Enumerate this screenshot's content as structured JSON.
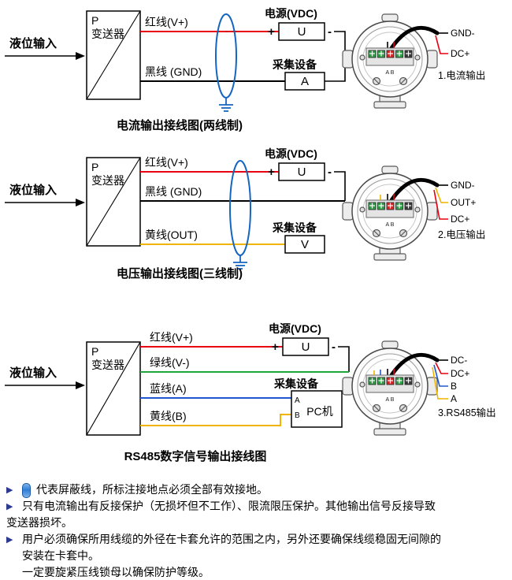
{
  "common": {
    "input_label": "液位输入",
    "transmitter_p": "P",
    "transmitter_name": "变送器",
    "power_title": "电源(VDC)",
    "power_unit": "U",
    "plus": "+",
    "minus": "-",
    "collector_title": "采集设备",
    "terminal_letters": "A B"
  },
  "colors": {
    "red_wire": "#e60012",
    "black_wire": "#000000",
    "yellow_wire": "#f0b400",
    "green_wire": "#1fa53c",
    "blue_wire": "#2256d0",
    "shield_blue": "#1565c0"
  },
  "d1": {
    "wire_red": "红线(V+)",
    "wire_black": "黑线 (GND)",
    "collector_unit": "A",
    "caption": "电流输出接线图(两线制)",
    "terminals": {
      "t1": "GND-",
      "t2": "DC+"
    },
    "terminal_caption": "1.电流输出"
  },
  "d2": {
    "wire_red": "红线(V+)",
    "wire_black": "黑线 (GND)",
    "wire_yellow": "黄线(OUT)",
    "collector_unit": "V",
    "caption": "电压输出接线图(三线制)",
    "terminals": {
      "t1": "GND-",
      "t2": "OUT+",
      "t3": "DC+"
    },
    "terminal_caption": "2.电压输出"
  },
  "d3": {
    "wire_red": "红线(V+)",
    "wire_green": "绿线(V-)",
    "wire_blue": "蓝线(A)",
    "wire_yellow": "黄线(B)",
    "pc_label": "PC机",
    "port_a": "A",
    "port_b": "B",
    "caption": "RS485数字信号输出接线图",
    "terminals": {
      "t1": "DC-",
      "t2": "DC+",
      "t3": "B",
      "t4": "A"
    },
    "terminal_caption": "3.RS485输出"
  },
  "notes": {
    "marker": "▶",
    "lines": [
      {
        "text": "代表屏蔽线，所标注接地点必须全部有效接地。"
      },
      {
        "text": "只有电流输出有反接保护（无损坏但不工作）、限流限压保护。其他输出信号反接导致"
      },
      {
        "text": "变送器损坏。"
      },
      {
        "text": "用户必须确保所用线缆的外径在卡套允许的范围之内，另外还要确保线缆稳固无间隙的"
      },
      {
        "text": "安装在卡套中。"
      },
      {
        "text": "一定要旋紧压线锁母以确保防护等级。"
      }
    ]
  }
}
